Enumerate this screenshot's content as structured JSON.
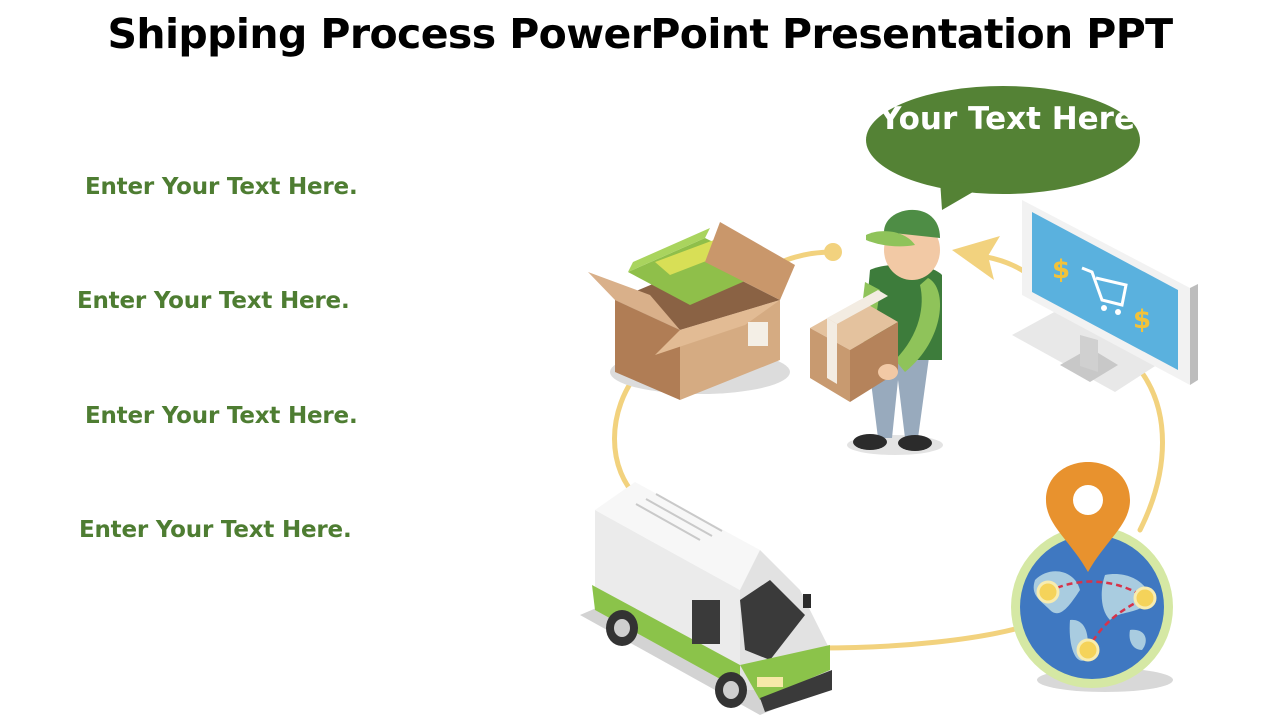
{
  "title": "Shipping Process PowerPoint Presentation PPT",
  "items": [
    "Enter Your Text Here.",
    "Enter Your Text Here.",
    "Enter Your Text Here.",
    "Enter Your Text Here."
  ],
  "bubble": {
    "text": "Your Text Here"
  },
  "colors": {
    "green_text": "#4e7d32",
    "bubble": "#548235",
    "path": "#f2d27e",
    "pin": "#e8922e",
    "globe": "#3f78c1"
  },
  "icons": [
    "open-box-icon",
    "courier-icon",
    "computer-shopping-cart-icon",
    "globe-location-pin-icon",
    "delivery-van-icon"
  ]
}
